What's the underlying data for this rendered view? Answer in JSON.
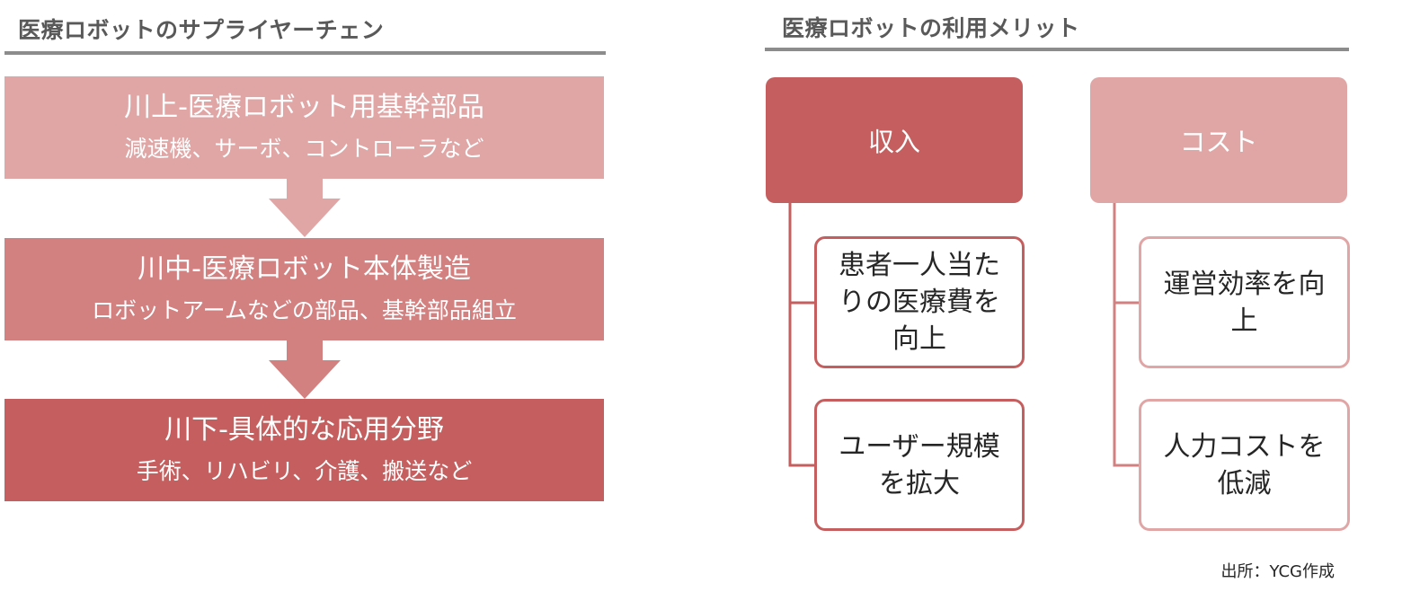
{
  "left_panel": {
    "title": "医療ロボットのサプライヤーチェン",
    "stages": [
      {
        "heading": "川上-医療ロボット用基幹部品",
        "detail": "減速機、サーボ、コントローラなど",
        "color": "#e0a6a6"
      },
      {
        "heading": "川中-医療ロボット本体製造",
        "detail": "ロボットアームなどの部品、基幹部品組立",
        "color": "#d38080"
      },
      {
        "heading": "川下-具体的な応用分野",
        "detail": "手術、リハビリ、介護、搬送など",
        "color": "#c55f5f"
      }
    ]
  },
  "right_panel": {
    "title": "医療ロボットの利用メリット",
    "groups": [
      {
        "label": "収入",
        "color": "#c55f5f",
        "items": [
          "患者一人当たりの医療費を向上",
          "ユーザー規模を拡大"
        ]
      },
      {
        "label": "コスト",
        "color": "#e0a6a6",
        "items": [
          "運営効率を向上",
          "人力コストを低減"
        ]
      }
    ]
  },
  "source": "出所：YCG作成"
}
